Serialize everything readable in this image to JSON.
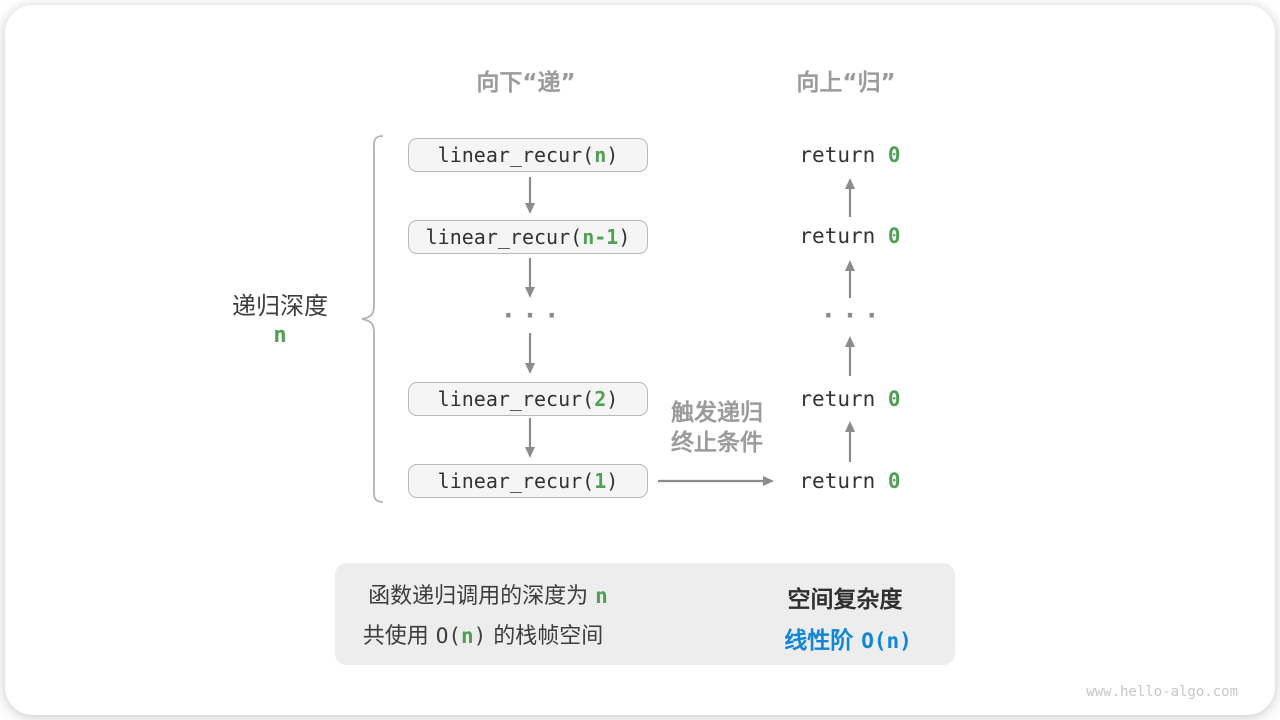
{
  "headers": {
    "down": "向下“递”",
    "up": "向上“归”"
  },
  "depth_label": {
    "title": "递归深度",
    "value": "n"
  },
  "stack": {
    "calls": [
      {
        "prefix": "linear_recur(",
        "arg": "n",
        "suffix": ")"
      },
      {
        "prefix": "linear_recur(",
        "arg": "n-1",
        "suffix": ")"
      },
      {
        "prefix": "linear_recur(",
        "arg": "2",
        "suffix": ")"
      },
      {
        "prefix": "linear_recur(",
        "arg": "1",
        "suffix": ")"
      }
    ],
    "ellipsis": "···"
  },
  "returns": {
    "items": [
      {
        "prefix": "return ",
        "value": "0"
      },
      {
        "prefix": "return ",
        "value": "0"
      },
      {
        "prefix": "return ",
        "value": "0"
      },
      {
        "prefix": "return ",
        "value": "0"
      }
    ],
    "ellipsis": "···"
  },
  "trigger_label": {
    "line1": "触发递归",
    "line2": "终止条件"
  },
  "summary": {
    "left_line1": {
      "text": "函数递归调用的深度为",
      "value": "n"
    },
    "left_line2": {
      "pre": "共使用 ",
      "o_open": "O(",
      "value": "n",
      "o_close": ")",
      "post": " 的栈帧空间"
    },
    "right_line1": "空间复杂度",
    "right_line2": {
      "label": "线性阶 ",
      "complexity": "O(n)"
    }
  },
  "watermark": "www.hello-algo.com",
  "colors": {
    "green": "#4f9f55",
    "blue": "#0f86d6",
    "arrow_gray": "#8c8c8c",
    "label_gray": "#9b9b9b",
    "box_bg": "#f5f5f5",
    "box_border": "#b9b9b9",
    "panel_bg": "#ededed"
  }
}
